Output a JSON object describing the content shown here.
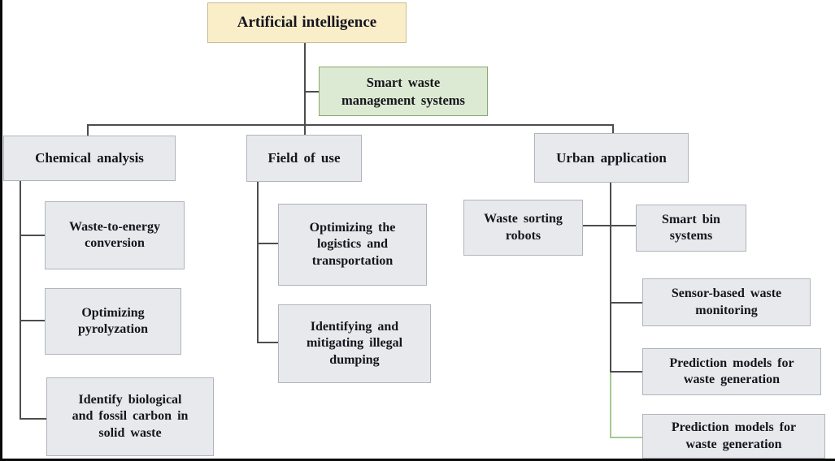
{
  "palette": {
    "root_fill": "#faeec9",
    "root_border": "#c9bd97",
    "green_fill": "#ddead3",
    "green_border": "#85a96b",
    "node_fill": "#e7e9ed",
    "node_border": "#b0b4bb",
    "line_dark": "#4d4d4d",
    "line_green": "#a4ca90",
    "text": "#15151d",
    "frame": "#0a0a0a",
    "bg": "#ffffff"
  },
  "diagram": {
    "root": {
      "label": "Artificial intelligence"
    },
    "system": {
      "label": "Smart waste\nmanagement systems"
    },
    "branches": [
      {
        "label": "Chemical analysis",
        "children": [
          {
            "label": "Waste-to-energy\nconversion"
          },
          {
            "label": "Optimizing\npyrolyzation"
          },
          {
            "label": "Identify biological\nand fossil carbon in\nsolid waste"
          }
        ]
      },
      {
        "label": "Field of use",
        "children": [
          {
            "label": "Optimizing the\nlogistics and\ntransportation"
          },
          {
            "label": "Identifying and\nmitigating illegal\ndumping"
          }
        ]
      },
      {
        "label": "Urban application",
        "children": [
          {
            "label": "Waste sorting\nrobots"
          },
          {
            "label": "Smart bin\nsystems"
          },
          {
            "label": "Sensor-based waste\nmonitoring"
          },
          {
            "label": "Prediction models for\nwaste generation"
          },
          {
            "label": "Prediction models for\nwaste generation"
          }
        ]
      }
    ]
  }
}
